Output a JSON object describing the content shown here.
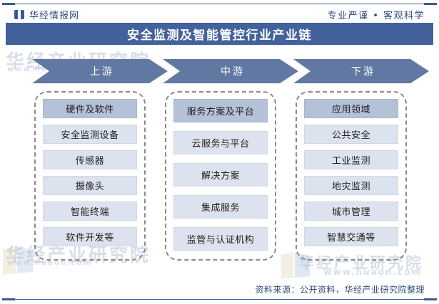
{
  "header": {
    "brand_name": "华经情报网",
    "brand_icon": "book-icon",
    "tagline": "专业严谨 • 客观科学"
  },
  "title": {
    "text": "安全监测及智能管控行业产业链",
    "band_color": "#43629C"
  },
  "chain": {
    "arrow_color": "#6179A2",
    "head_cell_color": "#B5C1D6",
    "cell_color": "#DDE3EE",
    "stages": [
      {
        "arrow_label": "上游",
        "head": "硬件及软件",
        "items": [
          "安全监测设备",
          "传感器",
          "摄像头",
          "智能终端",
          "软件开发等"
        ]
      },
      {
        "arrow_label": "中游",
        "head": "服务方案及平台",
        "items": [
          "云服务与平台",
          "解决方案",
          "集成服务",
          "监管与认证机构"
        ]
      },
      {
        "arrow_label": "下游",
        "head": "应用领域",
        "items": [
          "公共安全",
          "工业监测",
          "地灾监测",
          "城市管理",
          "智慧交通等"
        ]
      }
    ]
  },
  "footer": {
    "source": "资料来源：公开资料，华经产业研究院整理"
  },
  "watermarks": {
    "institute": "华经产业研究院",
    "site": "www.huaon.com"
  }
}
